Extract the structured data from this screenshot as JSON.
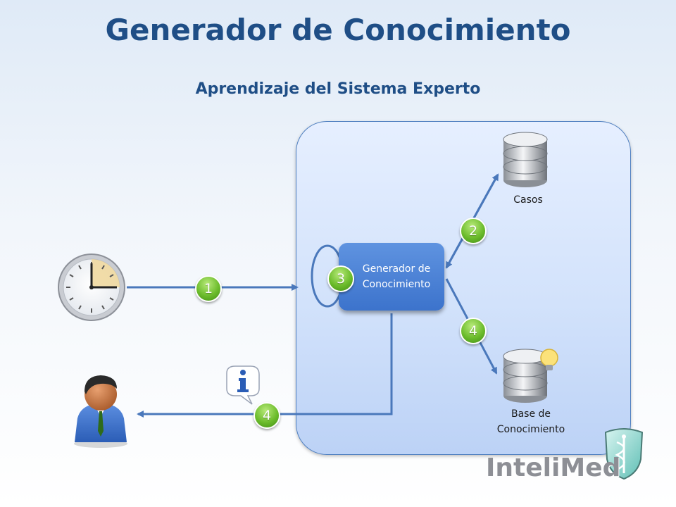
{
  "title": "Generador de Conocimiento",
  "subtitle": "Aprendizaje del Sistema Experto",
  "process": {
    "label": "Generador de Conocimiento"
  },
  "stores": {
    "cases_label": "Casos",
    "knowledge_label": "Base de Conocimiento"
  },
  "steps": {
    "input_step": "1",
    "cases_step": "2",
    "loop_step": "3",
    "knowledge_step": "4",
    "output_step": "4"
  },
  "brand": {
    "name": "InteliMed"
  },
  "icons": {
    "clock": "clock-icon",
    "user": "user-icon",
    "info": "info-icon",
    "database": "database-icon",
    "lightbulb": "lightbulb-icon",
    "caduceus_shield": "caduceus-shield-icon"
  },
  "colors": {
    "title": "#1f4e86",
    "panel": "#d2e2fb",
    "process_box": "#3c73cc",
    "step_badge": "#6cbc2c",
    "arrow": "#4a78bb"
  }
}
